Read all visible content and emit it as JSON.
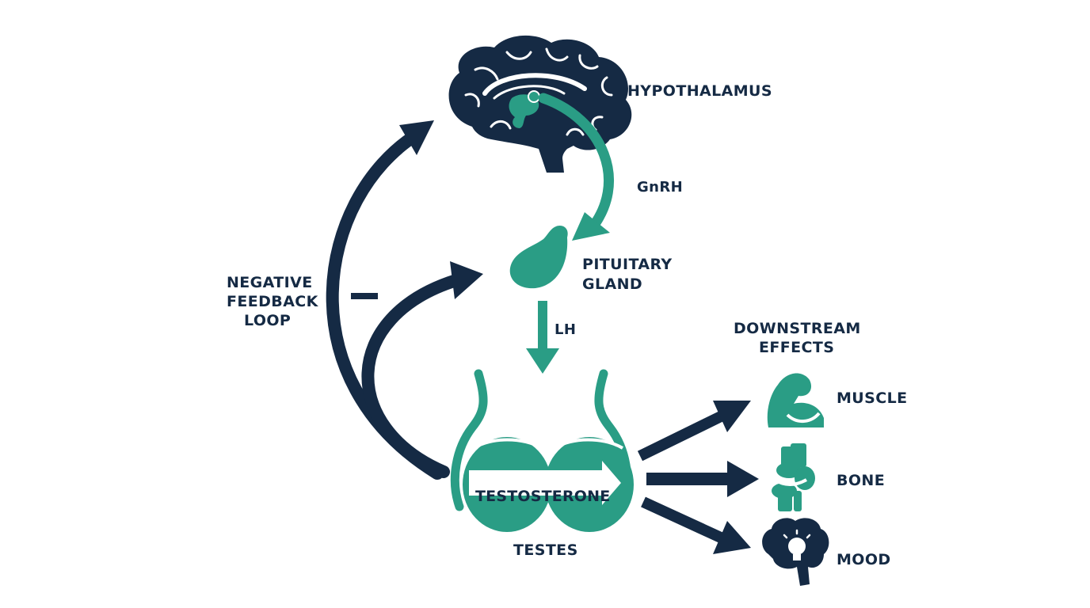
{
  "colors": {
    "navy": "#152a44",
    "teal": "#2a9d85"
  },
  "labels": {
    "hypothalamus": "HYPOTHALAMUS",
    "gnrh": "GnRH",
    "pituitary_line1": "PITUITARY",
    "pituitary_line2": "GLAND",
    "lh": "LH",
    "feedback_line1": "NEGATIVE",
    "feedback_line2": "FEEDBACK",
    "feedback_line3": "LOOP",
    "testosterone": "TESTOSTERONE",
    "testes": "TESTES",
    "downstream_line1": "DOWNSTREAM",
    "downstream_line2": "EFFECTS",
    "muscle": "MUSCLE",
    "bone": "BONE",
    "mood": "MOOD"
  },
  "icons": {
    "brain": "brain-icon",
    "pituitary": "pituitary-gland-icon",
    "testes": "testes-icon",
    "muscle": "flexed-arm-icon",
    "bone": "knee-joint-icon",
    "mood": "brain-lightbulb-icon"
  }
}
